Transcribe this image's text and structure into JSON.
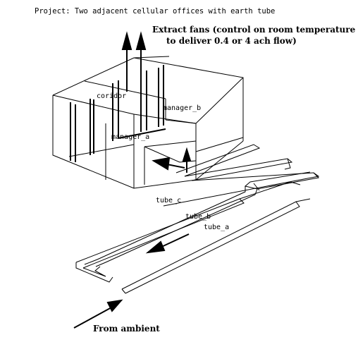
{
  "project_title": "Project: Two adjacent cellular offices with earth tube",
  "annotations": {
    "extract_fans_line1": "Extract fans (control on room temperature",
    "extract_fans_line2": "to deliver 0.4 or 4 ach flow)",
    "from_ambient": "From ambient"
  },
  "zone_labels": {
    "coridor": "coridor",
    "manager_a": "manager_a",
    "manager_b": "manager_b",
    "tube_a": "tube_a",
    "tube_b": "tube_b",
    "tube_c": "tube_c"
  },
  "colors": {
    "line": "#000000",
    "background": "#ffffff"
  }
}
